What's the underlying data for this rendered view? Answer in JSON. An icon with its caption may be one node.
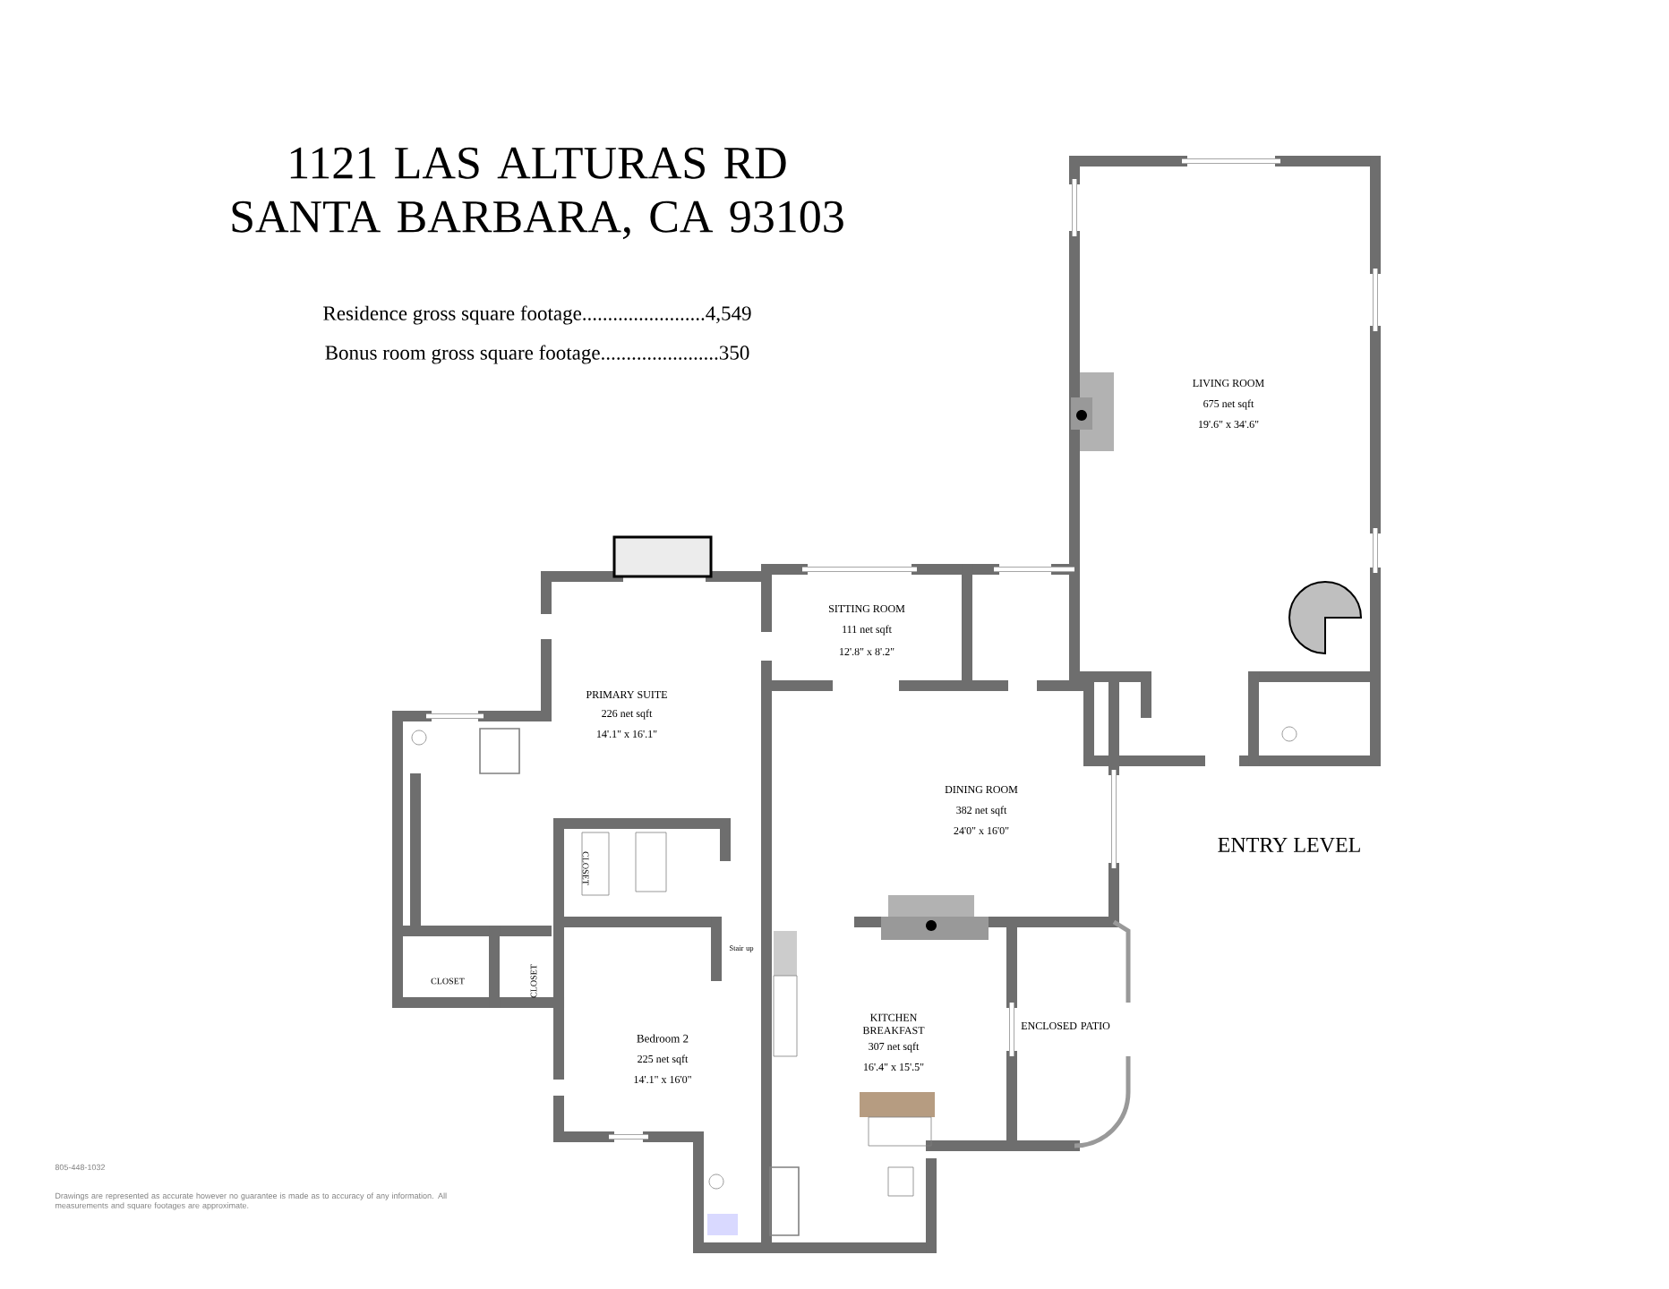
{
  "diagram": {
    "title": "1121 LAS ALTURAS RD SANTA BARBARA, CA 93103",
    "labels": [
      "Residence gross square footage........................4,549",
      "Bonus room gross square footage.......................350",
      "LIVING ROOM",
      "675 net sqft",
      "19'.6\" x 34'.6\"",
      "SITTING ROOM",
      "111 net sqft",
      "12'.8\" x 8'.2\"",
      "PRIMARY SUITE",
      "226 net sqft",
      "14'.1\" x 16'.1\"",
      "DINING ROOM",
      "382 net sqft",
      "24'0\" x 16'0\"",
      "ENTRY LEVEL",
      "CLOSET",
      "Stair up",
      "CLOSET",
      "CLOSET",
      "KITCHEN BREAKFAST",
      "307 net sqft",
      "16'.4\" x 15'.5\"",
      "ENCLOSED PATIO",
      "Bedroom 2",
      "225 net sqft",
      "14'.1\" x 16'0\"",
      "805-448-1032",
      "Drawings are represented as accurate however no guarantee is made as to accuracy of any information. All measurements and square footages are approximate."
    ]
  }
}
